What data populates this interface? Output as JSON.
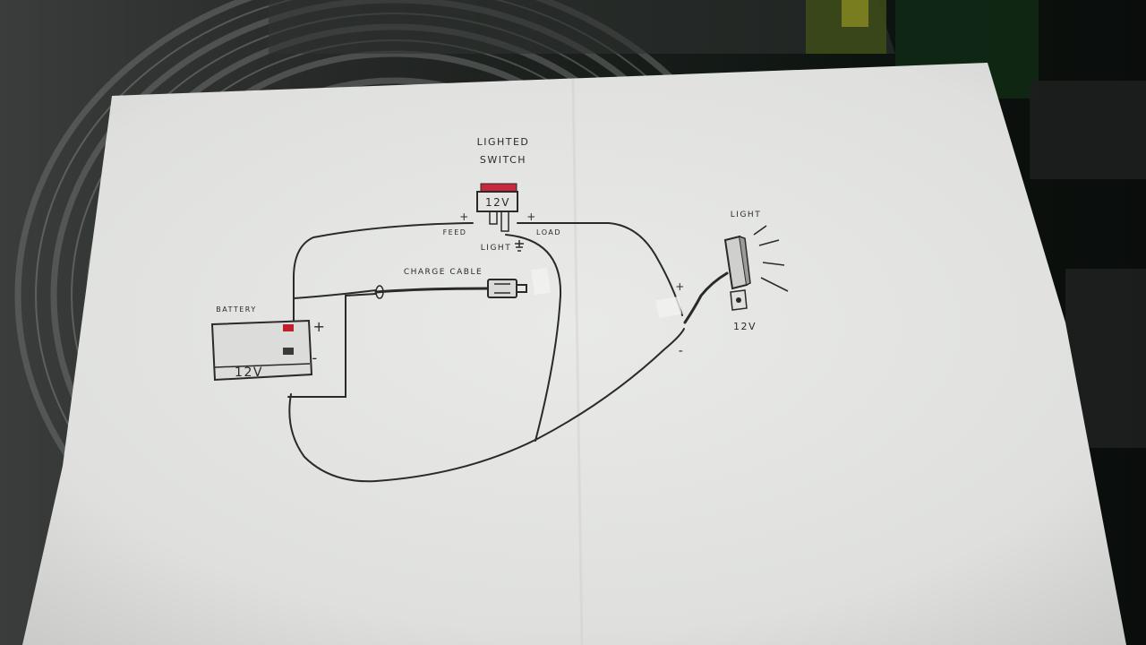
{
  "diagram": {
    "switch": {
      "title_line1": "LIGHTED",
      "title_line2": "SWITCH",
      "rating": "12V",
      "feed_label": "FEED",
      "load_label": "LOAD",
      "ground_label": "LIGHT",
      "plus1": "+",
      "plus2": "+"
    },
    "charge_cable": {
      "label": "CHARGE CABLE"
    },
    "battery": {
      "label": "BATTERY",
      "rating": "12V",
      "plus": "+",
      "minus": "-"
    },
    "light": {
      "label": "LIGHT",
      "rating": "12V",
      "plus": "+",
      "minus": "-"
    },
    "colors": {
      "switch_rocker": "#c8283c",
      "battery_terminal": "#c0202c",
      "paper": "#e8e9e7",
      "ink": "#2a2a2a"
    }
  }
}
